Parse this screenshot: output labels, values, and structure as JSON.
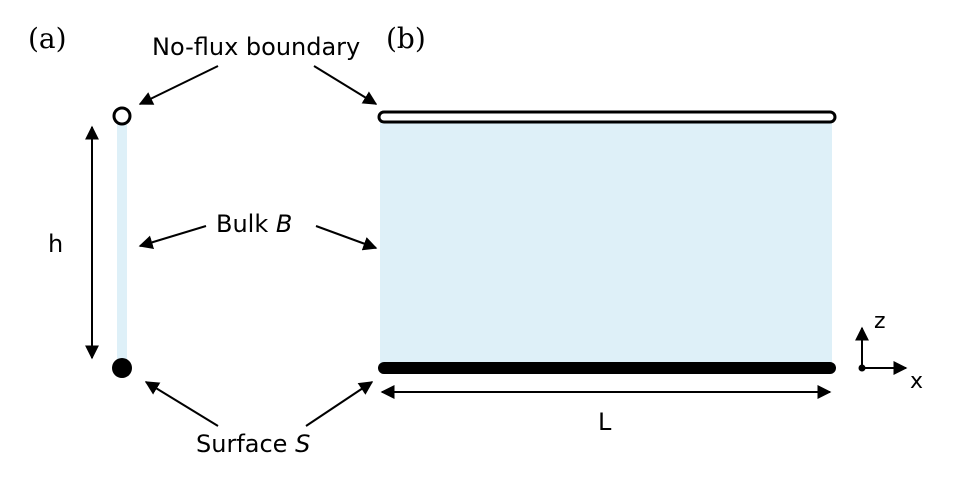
{
  "panels": {
    "a_label": "(a)",
    "b_label": "(b)"
  },
  "labels": {
    "no_flux": "No-flux boundary",
    "bulk_prefix": "Bulk ",
    "bulk_symbol": "B",
    "surface_prefix": "Surface ",
    "surface_symbol": "S",
    "height": "h",
    "length": "L"
  },
  "axes": {
    "z_label": "z",
    "x_label": "x"
  },
  "colors": {
    "bulk_fill": "#def0f8",
    "stroke": "#000000",
    "background": "#ffffff"
  }
}
